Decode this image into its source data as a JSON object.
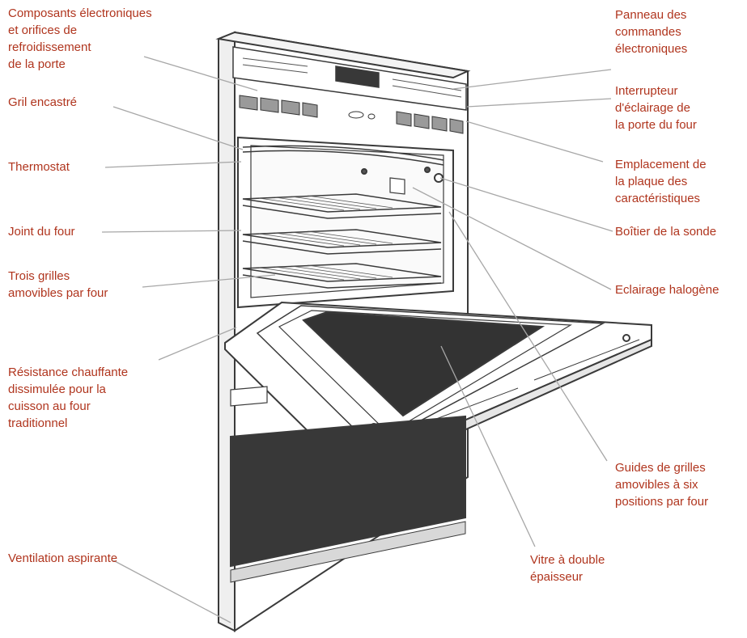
{
  "colors": {
    "label_text": "#b0351e",
    "leader_line": "#a7a7a7",
    "outline": "#3a3a3a",
    "glass": "#333333",
    "window": "#383838",
    "panel_shade": "#d8d8d8"
  },
  "labels": {
    "composants": "Composants électroniques\net orifices de\nrefroidissement\nde la porte",
    "gril": "Gril encastré",
    "thermostat": "Thermostat",
    "joint": "Joint du four",
    "grilles": "Trois grilles\namovibles par four",
    "resistance": "Résistance chauffante\ndissimulée pour la\ncuisson au four\ntraditionnel",
    "ventilation": "Ventilation aspirante",
    "panneau": "Panneau des\ncommandes\nélectroniques",
    "interrupteur": "Interrupteur\nd'éclairage de\nla porte du four",
    "emplacement": "Emplacement de\nla plaque des\ncaractéristiques",
    "boitier": "Boîtier de la sonde",
    "eclairage": "Eclairage halogène",
    "guides": "Guides de grilles\namovibles à six\npositions par four",
    "vitre": "Vitre à double\népaisseur"
  }
}
